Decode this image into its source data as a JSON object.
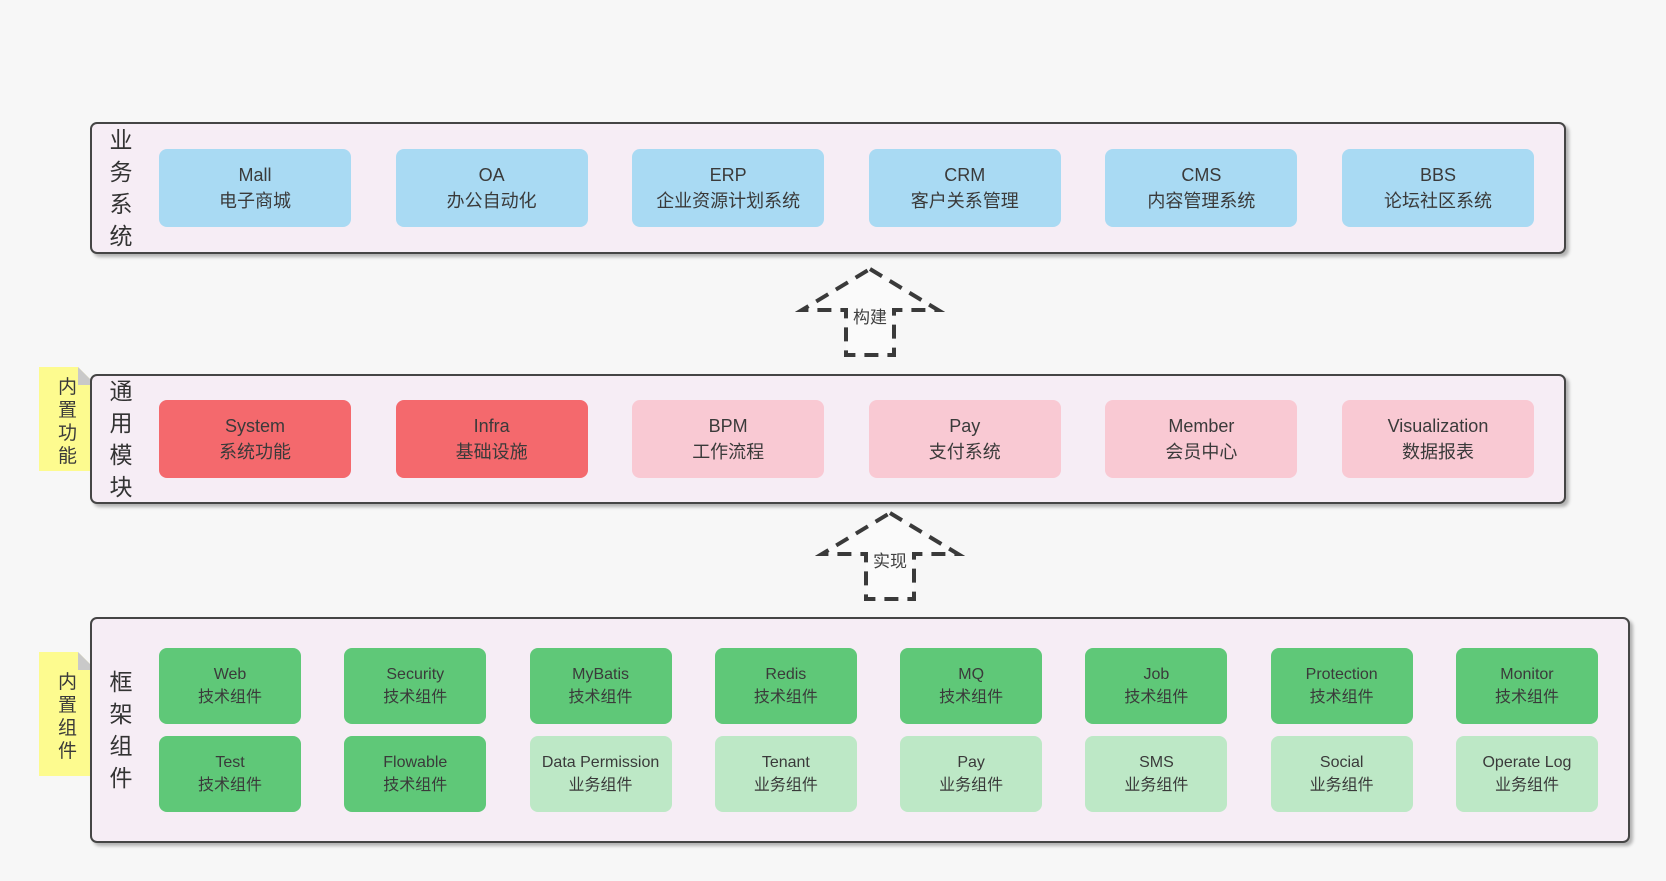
{
  "colors": {
    "page_bg": "#f7f7f7",
    "layer_bg": "#f6edf5",
    "layer_border": "#454545",
    "blue_box": "#a9daf3",
    "red_box": "#f4696d",
    "pink_box": "#f9c9d3",
    "green_box": "#5fc878",
    "light_green_box": "#bde8c6",
    "sticky_bg": "#fdfb8f",
    "sticky_fold": "#c9c9c9",
    "text": "#3a3a3a"
  },
  "layers": [
    {
      "label": "业务系统",
      "boxes": [
        {
          "name": "Mall",
          "desc": "电子商城"
        },
        {
          "name": "OA",
          "desc": "办公自动化"
        },
        {
          "name": "ERP",
          "desc": "企业资源计划系统"
        },
        {
          "name": "CRM",
          "desc": "客户关系管理"
        },
        {
          "name": "CMS",
          "desc": "内容管理系统"
        },
        {
          "name": "BBS",
          "desc": "论坛社区系统"
        }
      ]
    },
    {
      "label": "通用模块",
      "sticky": "内置功能",
      "boxes": [
        {
          "name": "System",
          "desc": "系统功能"
        },
        {
          "name": "Infra",
          "desc": "基础设施"
        },
        {
          "name": "BPM",
          "desc": "工作流程"
        },
        {
          "name": "Pay",
          "desc": "支付系统"
        },
        {
          "name": "Member",
          "desc": "会员中心"
        },
        {
          "name": "Visualization",
          "desc": "数据报表"
        }
      ]
    },
    {
      "label": "框架组件",
      "sticky": "内置组件",
      "rows": [
        [
          {
            "name": "Web",
            "desc": "技术组件"
          },
          {
            "name": "Security",
            "desc": "技术组件"
          },
          {
            "name": "MyBatis",
            "desc": "技术组件"
          },
          {
            "name": "Redis",
            "desc": "技术组件"
          },
          {
            "name": "MQ",
            "desc": "技术组件"
          },
          {
            "name": "Job",
            "desc": "技术组件"
          },
          {
            "name": "Protection",
            "desc": "技术组件"
          },
          {
            "name": "Monitor",
            "desc": "技术组件"
          }
        ],
        [
          {
            "name": "Test",
            "desc": "技术组件"
          },
          {
            "name": "Flowable",
            "desc": "技术组件"
          },
          {
            "name": "Data Permission",
            "desc": "业务组件"
          },
          {
            "name": "Tenant",
            "desc": "业务组件"
          },
          {
            "name": "Pay",
            "desc": "业务组件"
          },
          {
            "name": "SMS",
            "desc": "业务组件"
          },
          {
            "name": "Social",
            "desc": "业务组件"
          },
          {
            "name": "Operate Log",
            "desc": "业务组件"
          }
        ]
      ]
    }
  ],
  "arrows": [
    {
      "label": "构建"
    },
    {
      "label": "实现"
    }
  ]
}
